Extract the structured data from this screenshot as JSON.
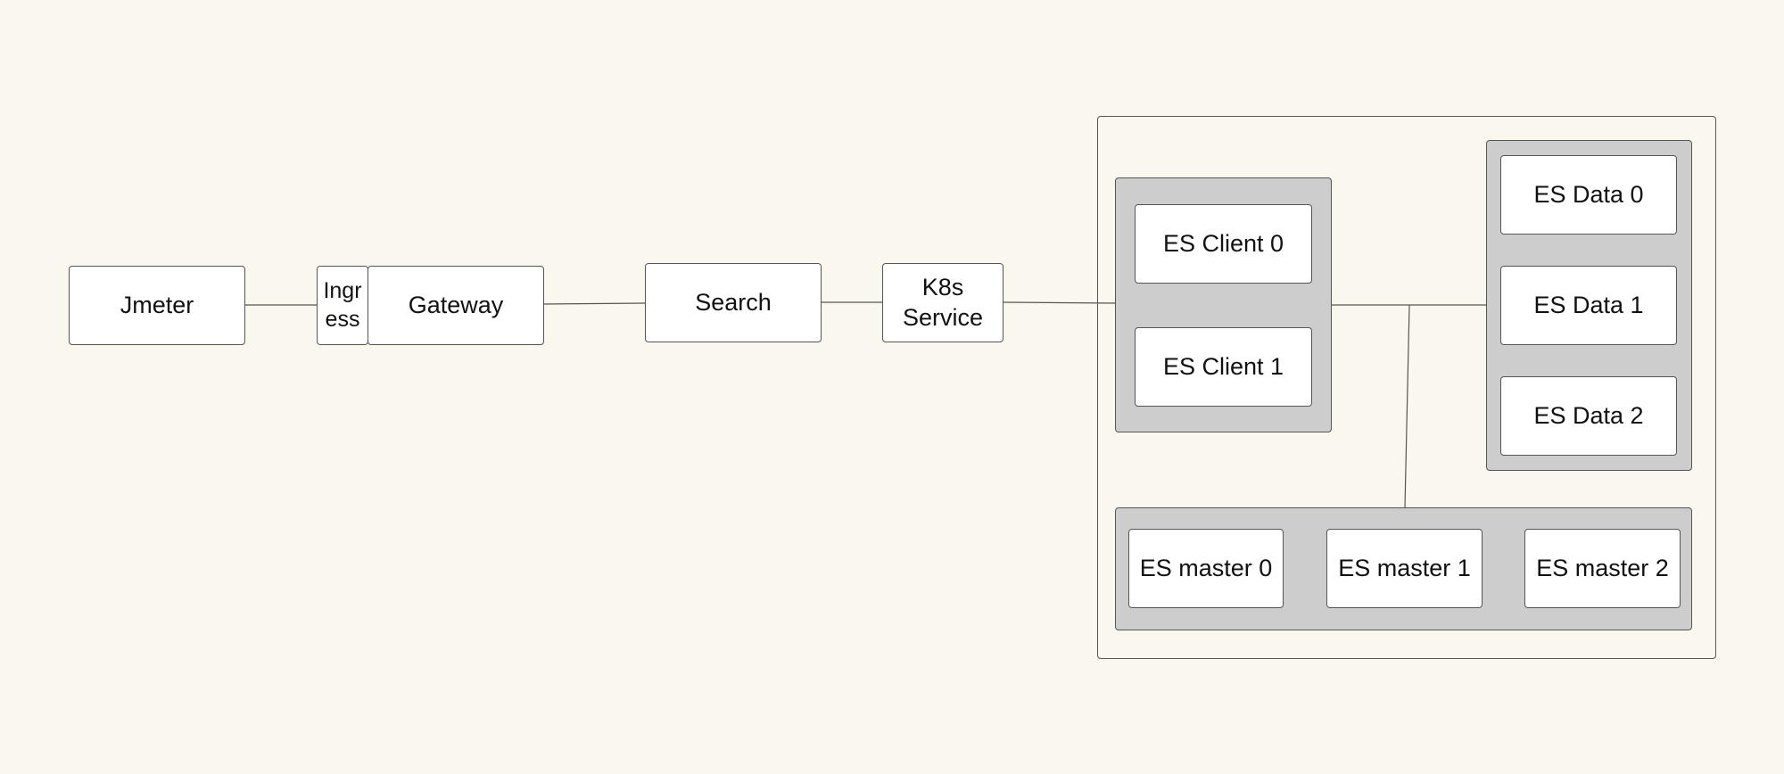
{
  "nodes": {
    "jmeter": "Jmeter",
    "ingress": "Ingr ess",
    "gateway": "Gateway",
    "search": "Search",
    "k8s_service": "K8s Service",
    "es_client_0": "ES Client 0",
    "es_client_1": "ES Client 1",
    "es_data_0": "ES Data 0",
    "es_data_1": "ES Data 1",
    "es_data_2": "ES Data 2",
    "es_master_0": "ES master 0",
    "es_master_1": "ES master 1",
    "es_master_2": "ES master 2"
  },
  "colors": {
    "background": "#faf7ef",
    "node_fill": "#ffffff",
    "group_fill": "#cdcdcd",
    "stroke": "#555555"
  }
}
